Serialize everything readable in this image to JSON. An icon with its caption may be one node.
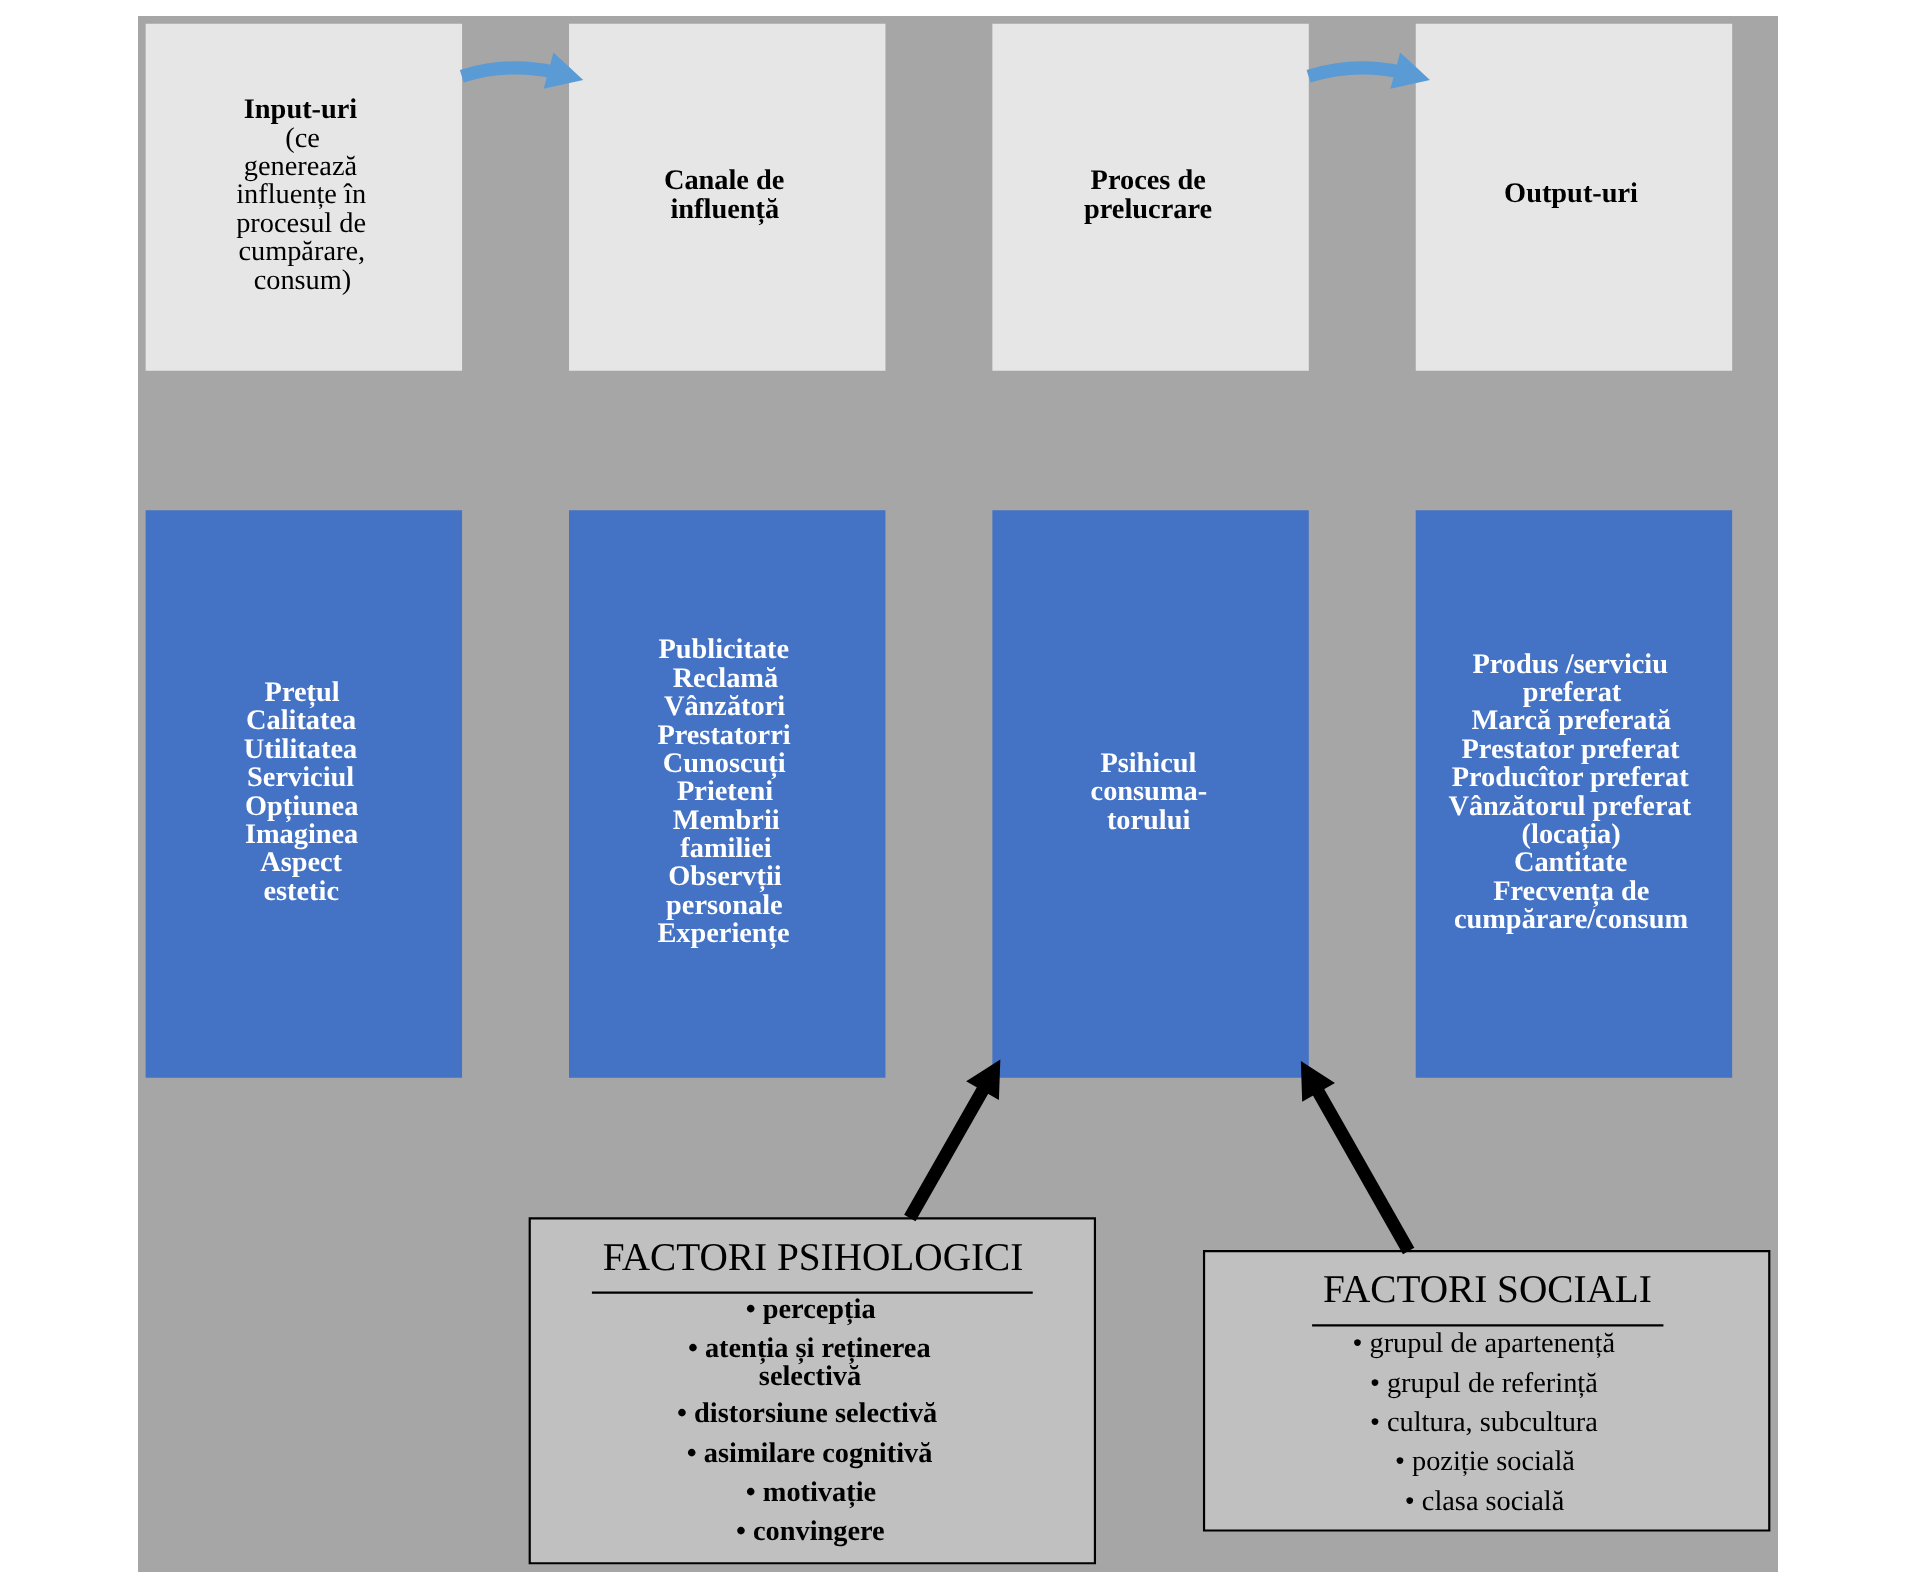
{
  "diagram": {
    "nodes": [
      {
        "text": [
          "Input-uri",
          "(ce generează influențe în procesul de cumpărare, consum)"
        ]
      },
      {
        "text": [
          "Canale de influență"
        ]
      },
      {
        "text": [
          "Proces de prelucrare"
        ]
      },
      {
        "text": [
          "Output-uri"
        ]
      },
      {
        "text": [
          "Prețul",
          "Calitatea",
          "Utilitatea",
          "Serviciul",
          "Opțiunea",
          "Imaginea",
          "Aspect estetic"
        ]
      },
      {
        "text": [
          "Publicitate",
          "Reclamă",
          "Vânzători",
          "Prestatorri",
          "Cunoscuți",
          "Prieteni",
          "Membrii familiei",
          "Observții personale",
          "Experiențe"
        ]
      },
      {
        "text": [
          "Psihicul consuma- torului"
        ]
      },
      {
        "text": [
          "Produs /serviciu preferat",
          "Marcă preferată",
          "Prestator preferat",
          "Producîtor preferat",
          "Vânzătorul preferat (locația)",
          "Cantitate",
          "Frecvența de cumpărare/consum"
        ]
      },
      {
        "text": [
          "FACTORI PSIHOLOGICI",
          "• percepția",
          "• atenția și reținerea selectivă",
          "• distorsiune selectivă",
          "• asimilare cognitivă",
          "• motivație",
          "• convingere"
        ]
      },
      {
        "text": [
          "FACTORI SOCIALI",
          "• grupul de apartenență",
          "• grupul de referință",
          "• cultura, subcultura",
          "• poziție socială",
          "• clasa socială"
        ]
      }
    ],
    "edges": [
      {
        "from": 0,
        "to": 1,
        "arrow": "to",
        "color": "#5b9bd5"
      },
      {
        "from": 2,
        "to": 3,
        "arrow": "to",
        "color": "#5b9bd5"
      },
      {
        "from": 8,
        "to": 6,
        "arrow": "to",
        "color": "#000000"
      },
      {
        "from": 9,
        "to": 6,
        "arrow": "to",
        "color": "#000000"
      }
    ]
  }
}
